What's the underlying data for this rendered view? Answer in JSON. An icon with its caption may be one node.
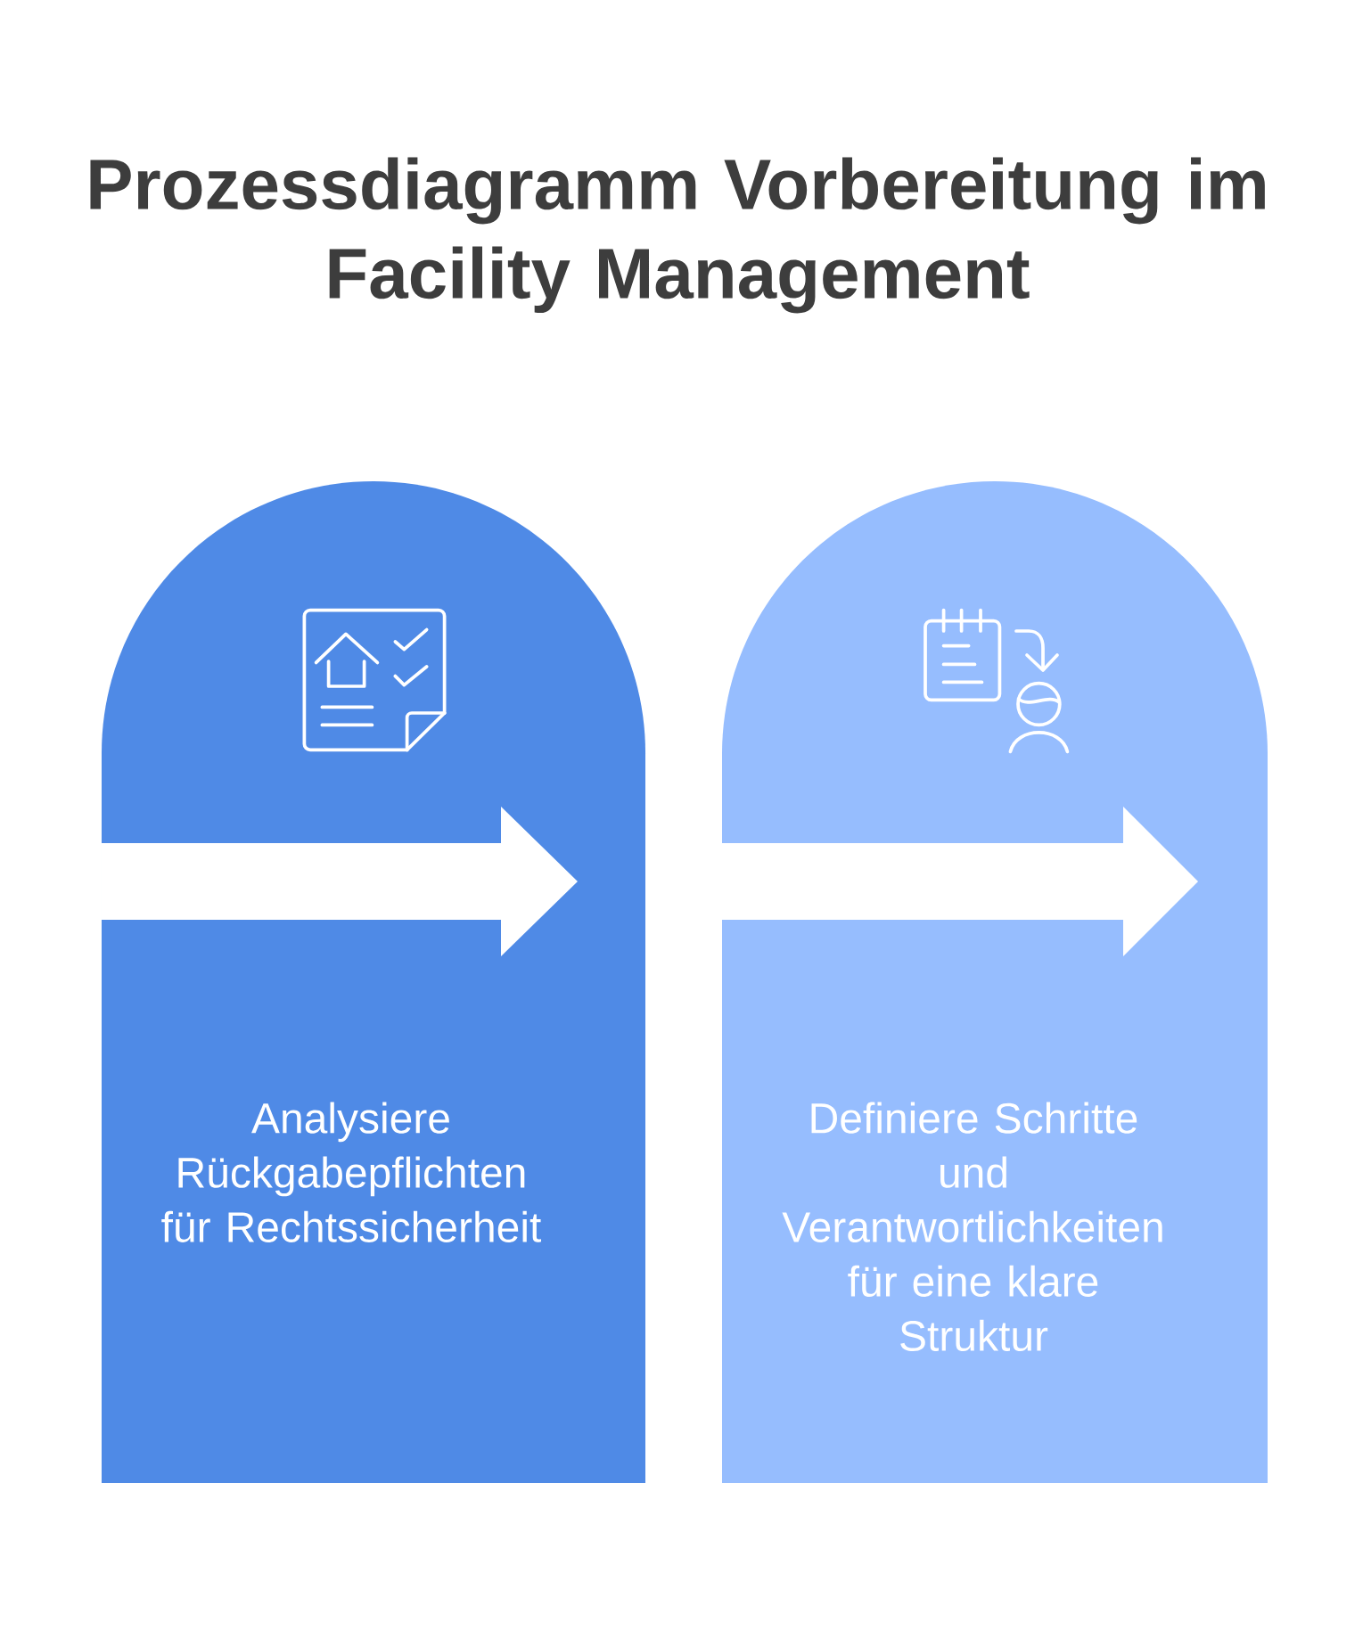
{
  "diagram": {
    "title": "Prozessdiagramm Vorbereitung im Facility Management",
    "nodes": [
      {
        "text": [
          "Analysiere Rückgabepflichten für Rechtssicherheit"
        ]
      },
      {
        "text": [
          "Definiere Schritte und Verantwortlichkeiten für eine klare Struktur"
        ]
      }
    ]
  }
}
